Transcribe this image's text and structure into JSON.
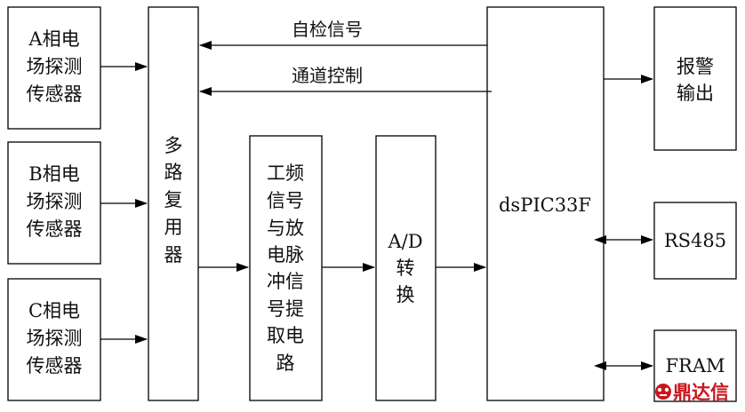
{
  "nodes": {
    "sensor_a": [
      "A相电",
      "场探测",
      "传感器"
    ],
    "sensor_b": [
      "B相电",
      "场探测",
      "传感器"
    ],
    "sensor_c": [
      "C相电",
      "场探测",
      "传感器"
    ],
    "mux": [
      "多",
      "路",
      "复",
      "用",
      "器"
    ],
    "extract": [
      "工频",
      "信号",
      "与放",
      "电脉",
      "冲信",
      "号提",
      "取电",
      "路"
    ],
    "adc": [
      "A/D",
      "转",
      "换"
    ],
    "mcu": [
      "dsPIC33F"
    ],
    "alarm": [
      "报警",
      "输出"
    ],
    "rs485": [
      "RS485"
    ],
    "fram": [
      "FRAM"
    ]
  },
  "edges": {
    "self_check": "自检信号",
    "channel_ctrl": "通道控制"
  },
  "watermark": {
    "text": "鼎达信",
    "color": "#c8161d"
  }
}
